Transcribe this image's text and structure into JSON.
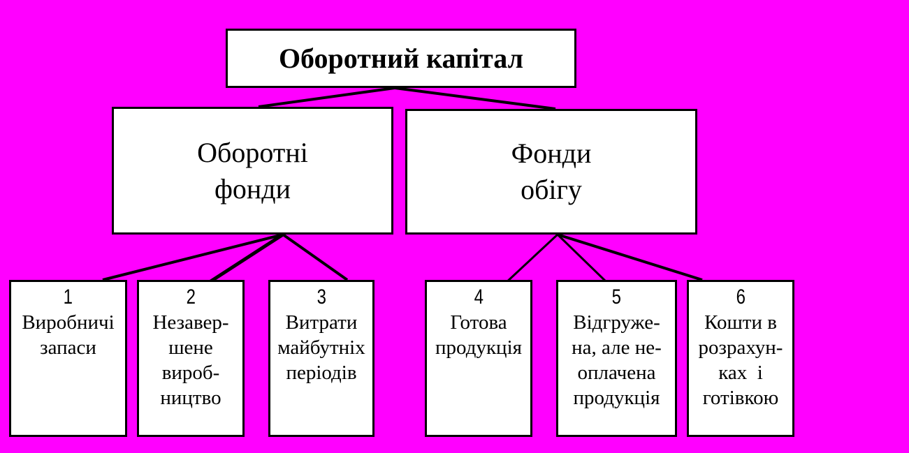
{
  "colors": {
    "background": "#ff00ff",
    "box_fill": "#ffffff",
    "box_border": "#000000",
    "text": "#000000"
  },
  "root": {
    "title": "Оборотний капітал"
  },
  "branches": [
    {
      "lines": [
        "Оборотні",
        "фонди"
      ]
    },
    {
      "lines": [
        "Фонди",
        "обігу"
      ]
    }
  ],
  "leaves": [
    {
      "number": "1",
      "lines": [
        "Виробничі",
        "запаси"
      ]
    },
    {
      "number": "2",
      "lines": [
        "Незавер-",
        "шене",
        "вироб-",
        "ництво"
      ]
    },
    {
      "number": "3",
      "lines": [
        "Витрати",
        "майбутніх",
        "періодів"
      ]
    },
    {
      "number": "4",
      "lines": [
        "Готова",
        "продукція"
      ]
    },
    {
      "number": "5",
      "lines": [
        "Відгруже-",
        "на, але не-",
        "оплачена",
        "продукція"
      ]
    },
    {
      "number": "6",
      "lines": [
        "Кошти в",
        "розрахун-",
        "ках  і",
        "готівкою"
      ]
    }
  ]
}
